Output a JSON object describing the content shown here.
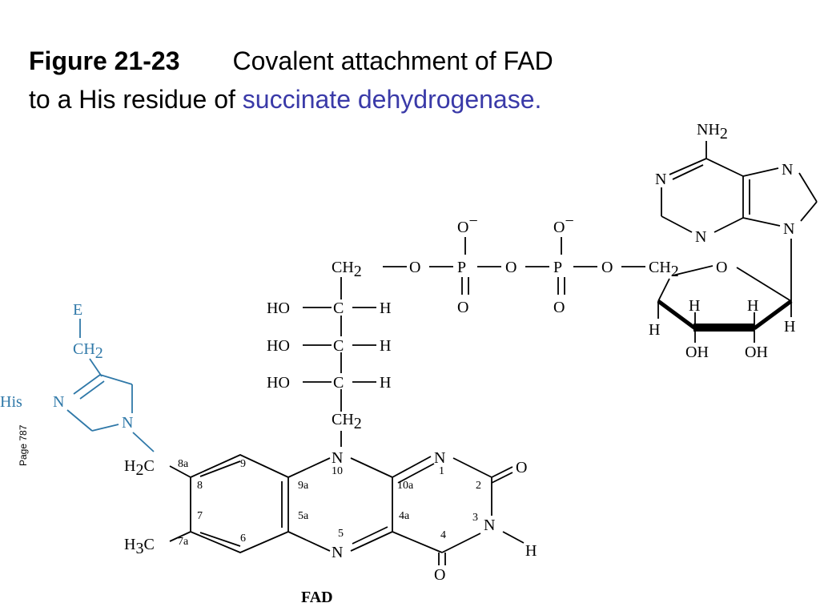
{
  "title": {
    "figure_label": "Figure 21-23",
    "line1_rest": "Covalent attachment of FAD",
    "line2_start": "to a His residue of ",
    "line2_highlight": "succinate dehydrogenase."
  },
  "side_label": "Page 787",
  "diagram": {
    "caption": "FAD",
    "adenine": {
      "nh2": "NH",
      "nh2_sub": "2",
      "n_left": "N",
      "n_right_top": "N",
      "n_bottom": "N",
      "n9": "N"
    },
    "phosphates": {
      "o_minus_1": "O",
      "o_minus_2": "O",
      "minus": "−",
      "p1": "P",
      "p2": "P",
      "o_link": "O",
      "o_dbl": "O"
    },
    "ribitol": {
      "ch2": "CH",
      "sub2": "2",
      "ho": "HO",
      "c": "C",
      "h": "H"
    },
    "ribose": {
      "ch2": "CH",
      "sub2": "2",
      "o_ring": "O",
      "h": "H",
      "oh": "OH"
    },
    "isoalloxazine": {
      "n10": "N",
      "n1": "N",
      "n3": "N",
      "n5": "N",
      "o": "O",
      "h": "H",
      "h2c": "H",
      "h2c_tail": "C",
      "h3c": "H",
      "h3c_tail": "C",
      "sub2": "2",
      "sub3": "3",
      "positions": [
        "8a",
        "9",
        "8",
        "9a",
        "10",
        "10a",
        "1",
        "2",
        "7",
        "7a",
        "6",
        "5a",
        "5",
        "4a",
        "4",
        "3"
      ]
    },
    "histidine": {
      "e": "E",
      "ch2": "CH",
      "sub2": "2",
      "his": "His",
      "n1": "N",
      "n2": "N"
    }
  },
  "colors": {
    "highlight_text": "#3a3aa8",
    "his_residue": "#2f78a8"
  }
}
